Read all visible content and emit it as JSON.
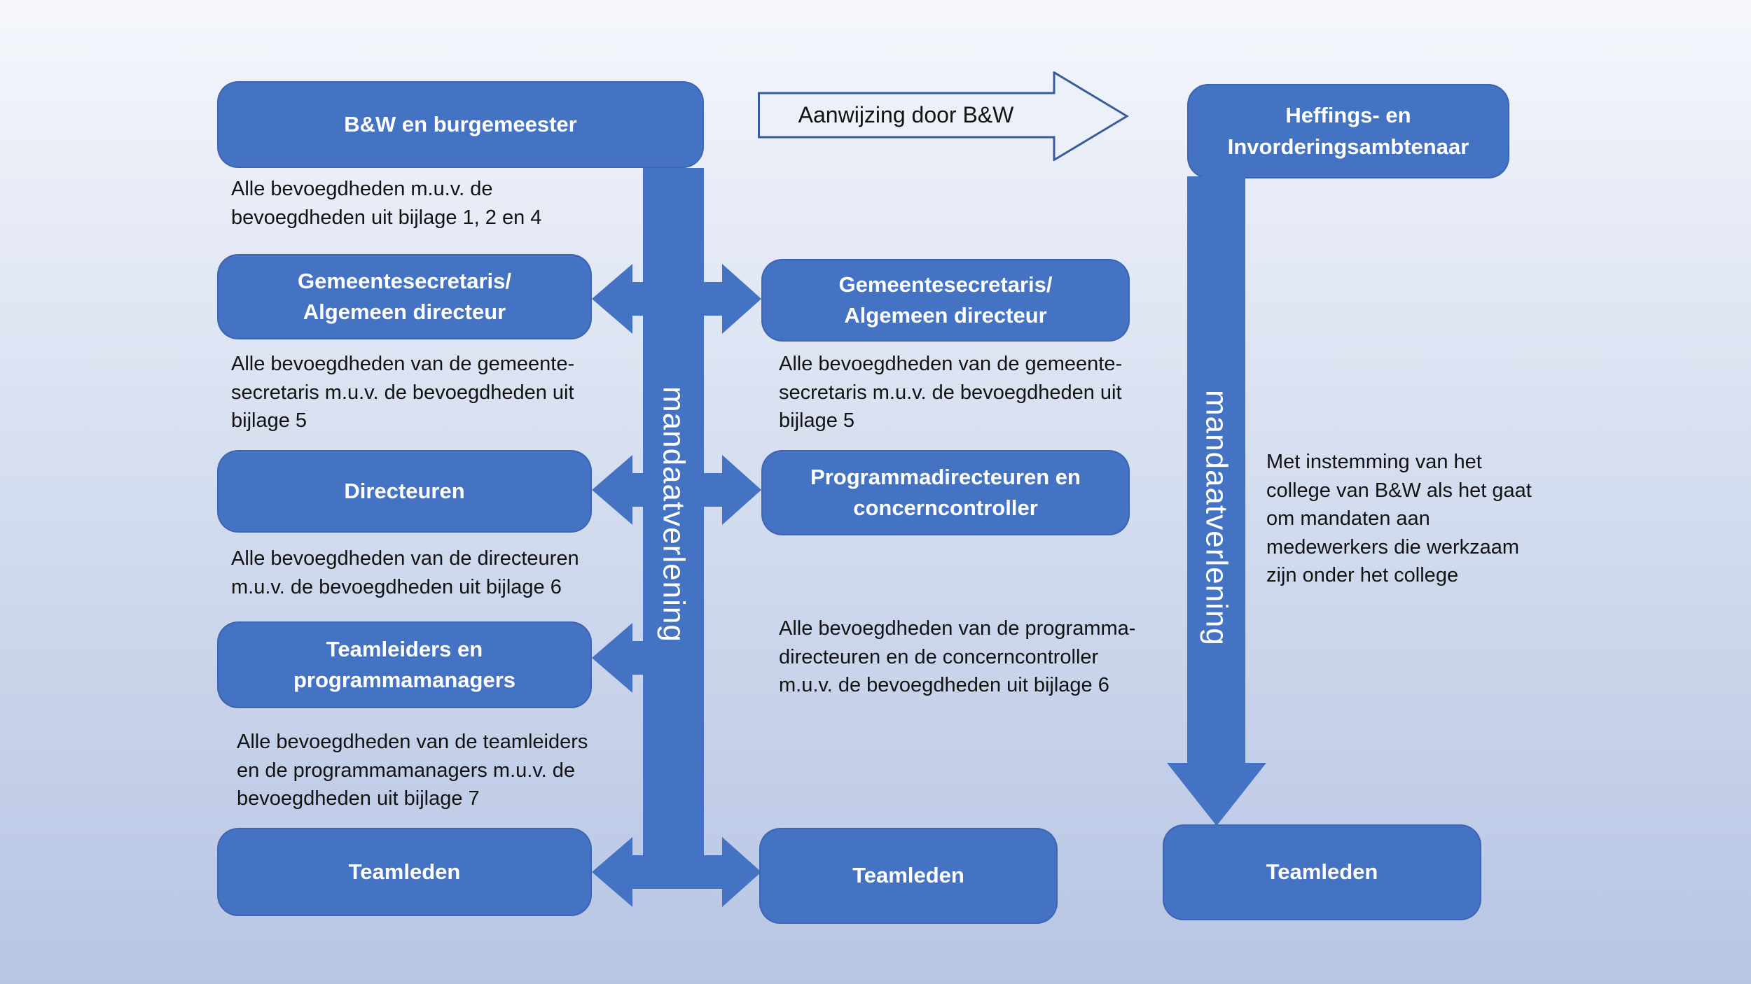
{
  "palette": {
    "shape_blue": "#4573c4",
    "arrow_outline": "#3a5c9c",
    "arrow_fill": "#ecf0f8",
    "text_dark": "#121212",
    "text_light": "#ffffff",
    "bg_top": "#f5f7fc",
    "bg_bottom": "#b7c5e3"
  },
  "left_column": {
    "boxes": [
      {
        "label": "B&W en burgemeester"
      },
      {
        "label": "Gemeentesecretaris/\nAlgemeen directeur"
      },
      {
        "label": "Directeuren"
      },
      {
        "label": "Teamleiders en\nprogrammamanagers"
      },
      {
        "label": "Teamleden"
      }
    ],
    "notes": [
      {
        "text": "Alle bevoegdheden m.u.v. de\nbevoegdheden uit bijlage 1, 2 en 4"
      },
      {
        "text": "Alle bevoegdheden van de gemeente-\nsecretaris m.u.v. de bevoegdheden uit\nbijlage 5"
      },
      {
        "text": "Alle bevoegdheden van de directeuren\nm.u.v. de bevoegdheden uit bijlage 6"
      },
      {
        "text": "Alle bevoegdheden van de teamleiders\nen de programmamanagers m.u.v. de\nbevoegdheden uit bijlage 7"
      }
    ]
  },
  "middle_column": {
    "boxes": [
      {
        "label": "Gemeentesecretaris/\nAlgemeen directeur"
      },
      {
        "label": "Programmadirecteuren en\nconcerncontroller"
      },
      {
        "label": "Teamleden"
      }
    ],
    "notes": [
      {
        "text": "Alle bevoegdheden van de gemeente-\nsecretaris m.u.v. de bevoegdheden uit\nbijlage 5"
      },
      {
        "text": "Alle bevoegdheden van de programma-\ndirecteuren en de concerncontroller\nm.u.v. de bevoegdheden uit bijlage 6"
      }
    ]
  },
  "right_column": {
    "boxes": [
      {
        "label": "Heffings- en\nInvorderingsambtenaar"
      },
      {
        "label": "Teamleden"
      }
    ],
    "note": {
      "text": "Met instemming van het\ncollege van B&W als het gaat\nom mandaten aan\nmedewerkers die werkzaam\nzijn onder het college"
    }
  },
  "bands": {
    "left_label": "mandaatverlening",
    "right_label": "mandaatverlening"
  },
  "top_arrow": {
    "label": "Aanwijzing door B&W"
  }
}
